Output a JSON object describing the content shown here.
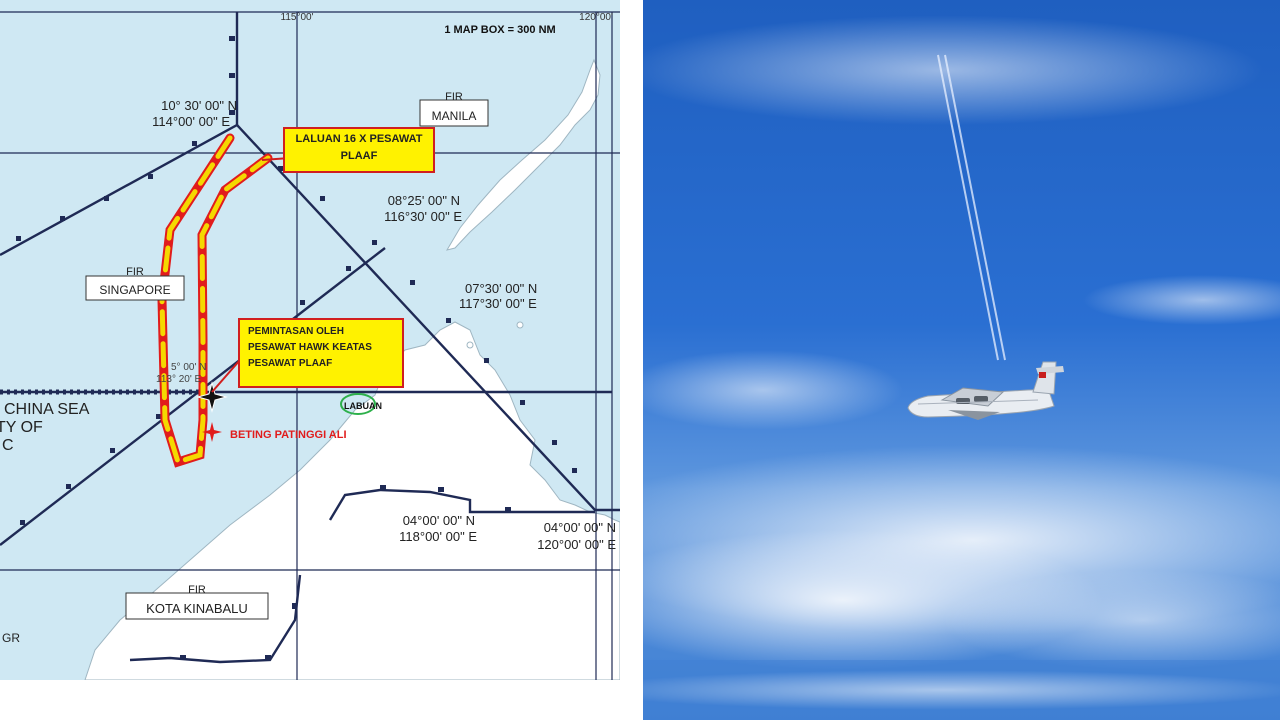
{
  "map": {
    "scale_label": "1 MAP BOX = 300 NM",
    "lon_labels": [
      "115°00'",
      "120°00'"
    ],
    "coordinates": [
      {
        "lat": "10° 30' 00\" N",
        "lon": "114°00' 00\" E"
      },
      {
        "lat": "08°25' 00\" N",
        "lon": "116°30' 00\" E"
      },
      {
        "lat": "07°30' 00\" N",
        "lon": "117°30' 00\" E"
      },
      {
        "lat": "04°00' 00\" N",
        "lon": "118°00' 00\" E"
      },
      {
        "lat": "04°00' 00\" N",
        "lon": "120°00' 00\" E"
      }
    ],
    "partial_coord": {
      "lat": "5° 00' N",
      "lon": "113° 20' E"
    },
    "fir": {
      "prefix": "FIR",
      "manila": "MANILA",
      "singapore": "SINGAPORE",
      "kota_kinabalu": "KOTA KINABALU"
    },
    "sea_label_1": "CHINA SEA",
    "sea_label_2": "TY OF",
    "sea_label_3": "C",
    "edge_label": "GR",
    "labuan": "LABUAN",
    "beting": "BETING PATINGGI ALI",
    "callout_route": [
      "LALUAN 16 X PESAWAT",
      "PLAAF"
    ],
    "callout_intercept": [
      "PEMINTASAN OLEH",
      "PESAWAT HAWK KEATAS",
      "PESAWAT PLAAF"
    ],
    "colors": {
      "sea": "#cfe8f3",
      "land": "#ffffff",
      "route_arrow": "#f5d800",
      "route_outline": "#e11c1c",
      "boundary": "#1f2a55",
      "grid": "#1f2a55"
    }
  },
  "photo": {
    "subject": "military transport aircraft in flight",
    "sky_color": "#2d6cc9"
  }
}
